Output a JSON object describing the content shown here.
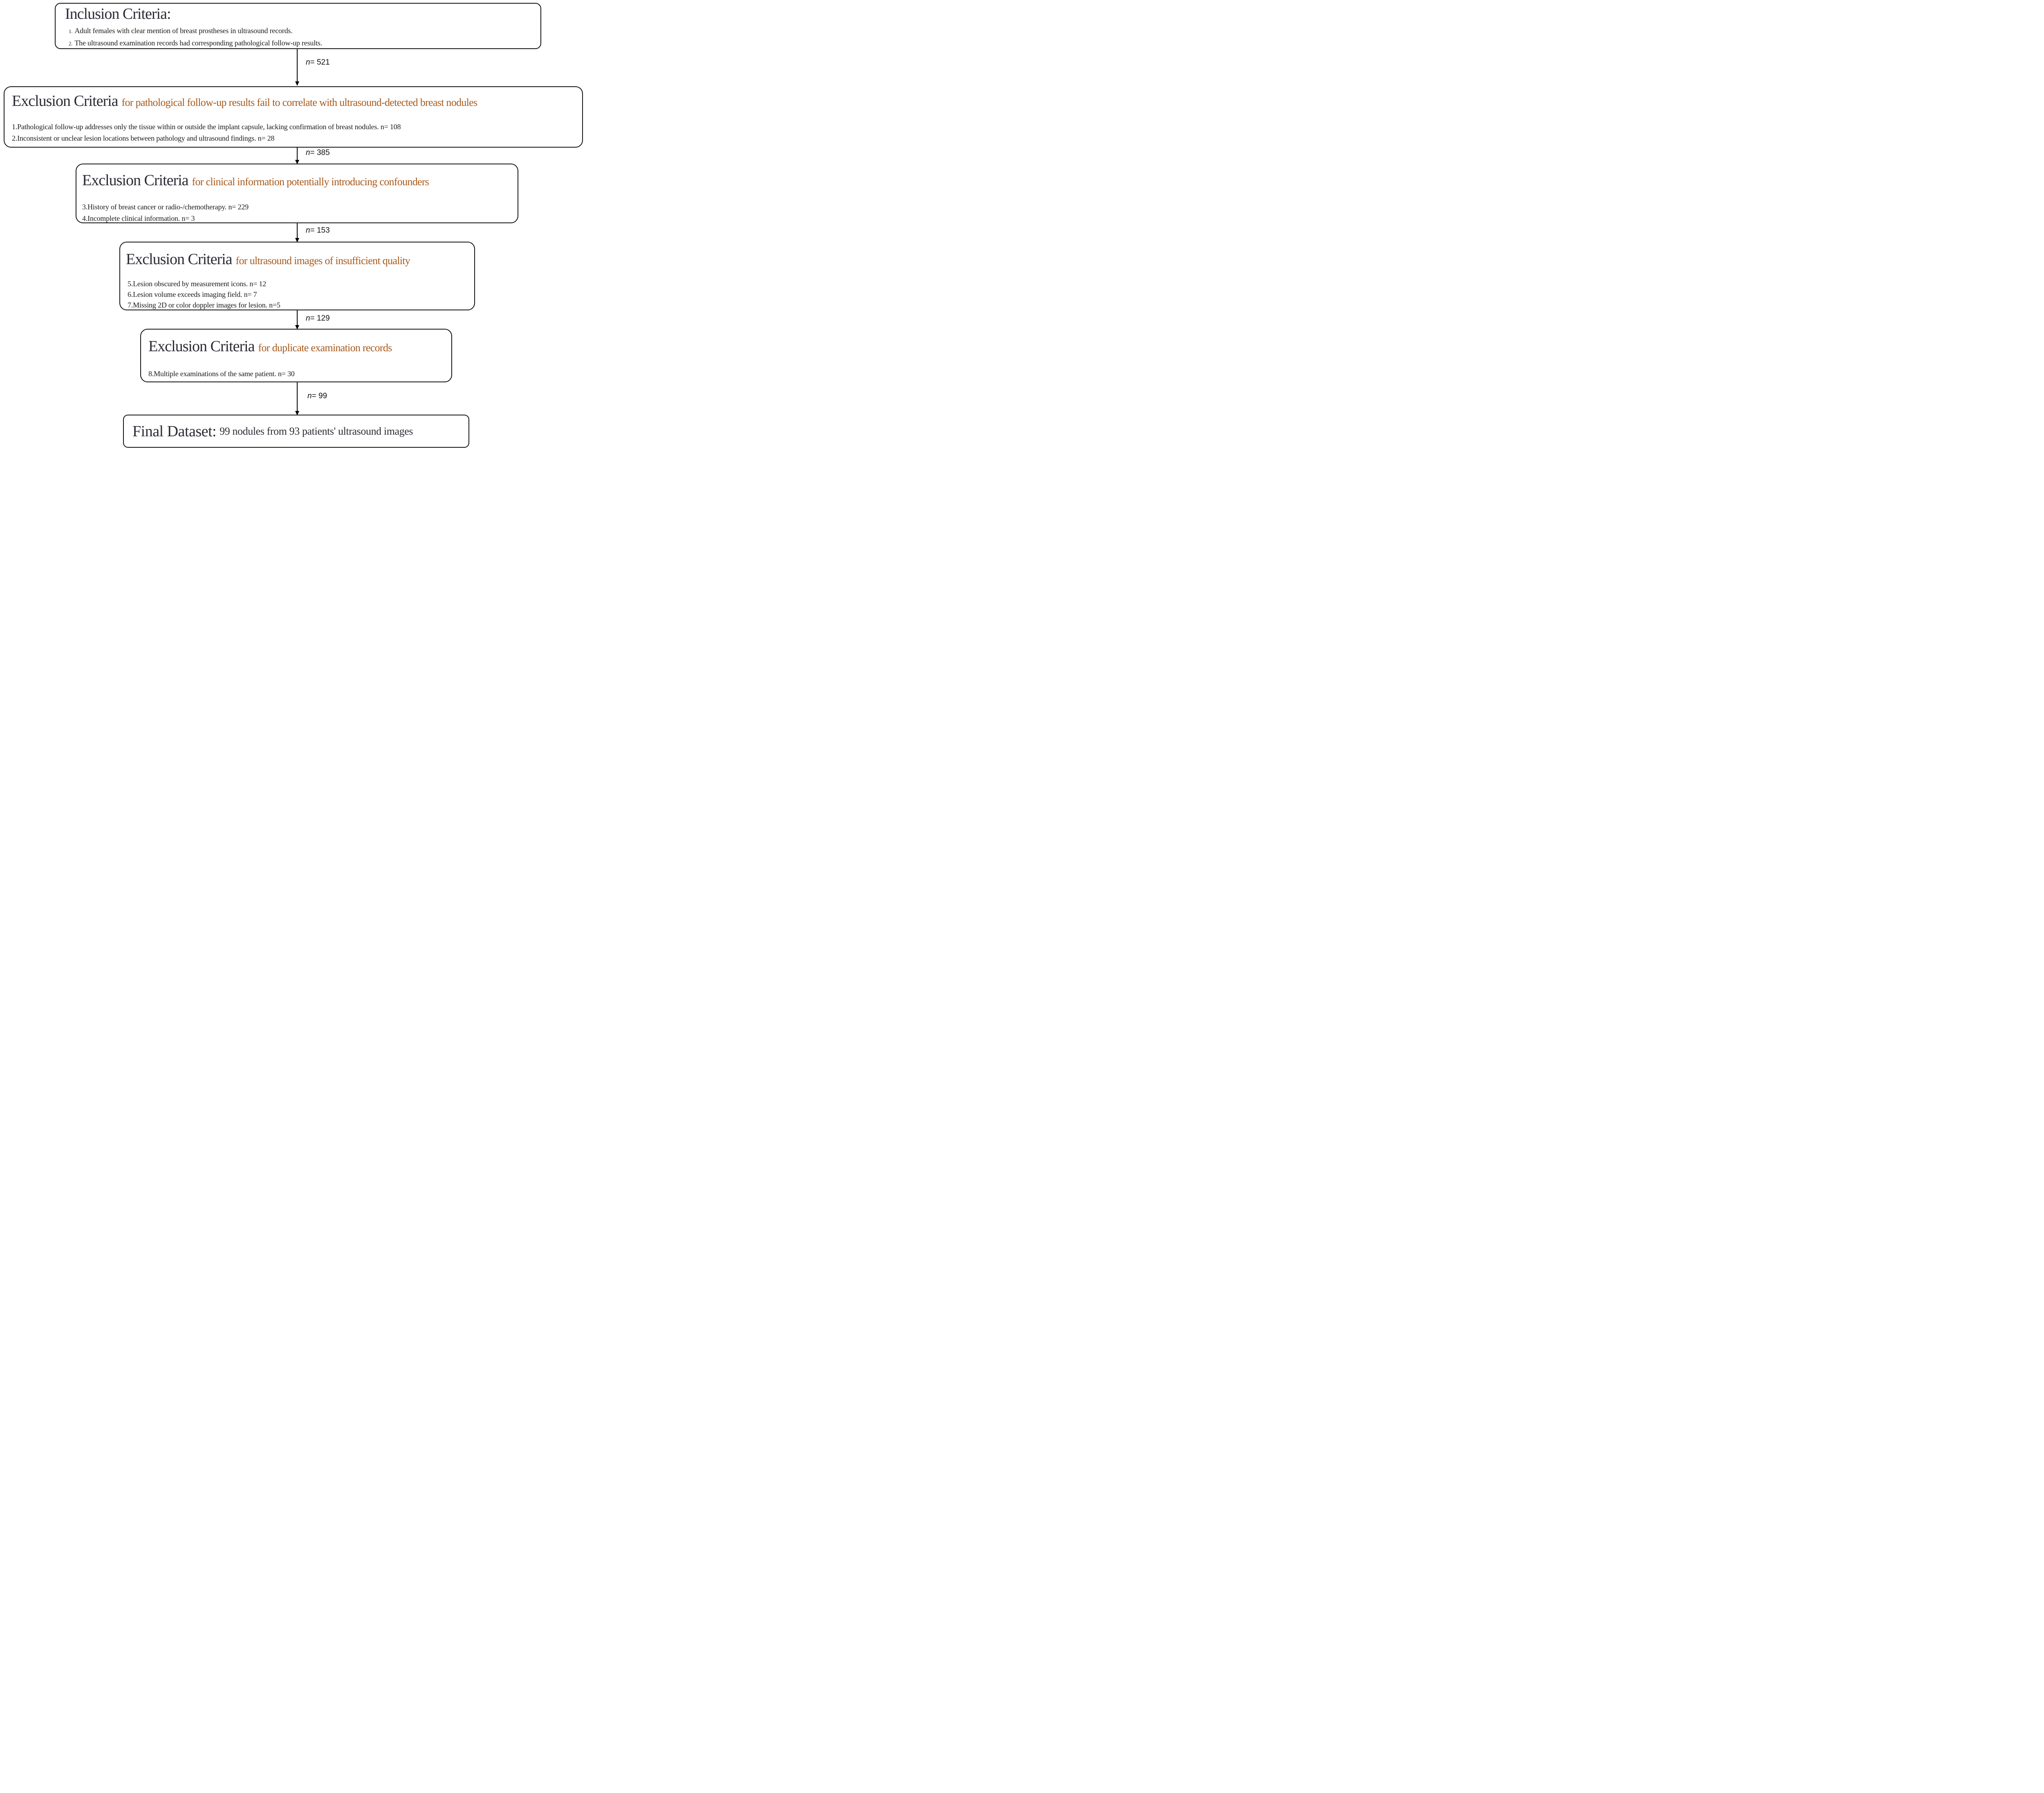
{
  "flowchart": {
    "colors": {
      "title_dark": "#2c2c36",
      "subtitle_orange": "#a85a1c",
      "border": "#141414"
    },
    "boxes": {
      "inclusion": {
        "title": "Inclusion Criteria:",
        "items": [
          {
            "num": "1.",
            "text": "Adult females with clear mention of breast prostheses in ultrasound records."
          },
          {
            "num": "2.",
            "text": "The ultrasound examination records had corresponding pathological follow-up results."
          }
        ]
      },
      "exclusion1": {
        "title": "Exclusion Criteria",
        "subtitle": "for pathological follow-up results fail to correlate with ultrasound-detected breast nodules",
        "items": [
          "1.Pathological follow-up addresses only the tissue within or outside the implant capsule, lacking confirmation of breast nodules. n= 108",
          "2.Inconsistent or unclear lesion locations between pathology and ultrasound findings. n= 28"
        ]
      },
      "exclusion2": {
        "title": "Exclusion Criteria",
        "subtitle": "for clinical information potentially introducing confounders",
        "items": [
          "3.History of breast cancer or radio-/chemotherapy. n= 229",
          "4.Incomplete clinical information. n= 3"
        ]
      },
      "exclusion3": {
        "title": "Exclusion Criteria",
        "subtitle": "for ultrasound images of insufficient quality",
        "items": [
          "5.Lesion obscured by measurement icons. n= 12",
          "6.Lesion volume exceeds imaging field. n= 7",
          "7.Missing 2D or color doppler images for lesion. n=5"
        ]
      },
      "exclusion4": {
        "title": "Exclusion Criteria",
        "subtitle": "for duplicate examination records",
        "items": [
          "8.Multiple examinations of the same patient. n= 30"
        ]
      },
      "final": {
        "title": "Final Dataset:",
        "subtitle": "99 nodules from 93 patients' ultrasound images"
      }
    },
    "arrows": [
      {
        "n": "n",
        "value": "= 521"
      },
      {
        "n": "n",
        "value": "= 385"
      },
      {
        "n": "n",
        "value": "= 153"
      },
      {
        "n": "n",
        "value": "= 129"
      },
      {
        "n": "n",
        "value": "= 99"
      }
    ]
  }
}
